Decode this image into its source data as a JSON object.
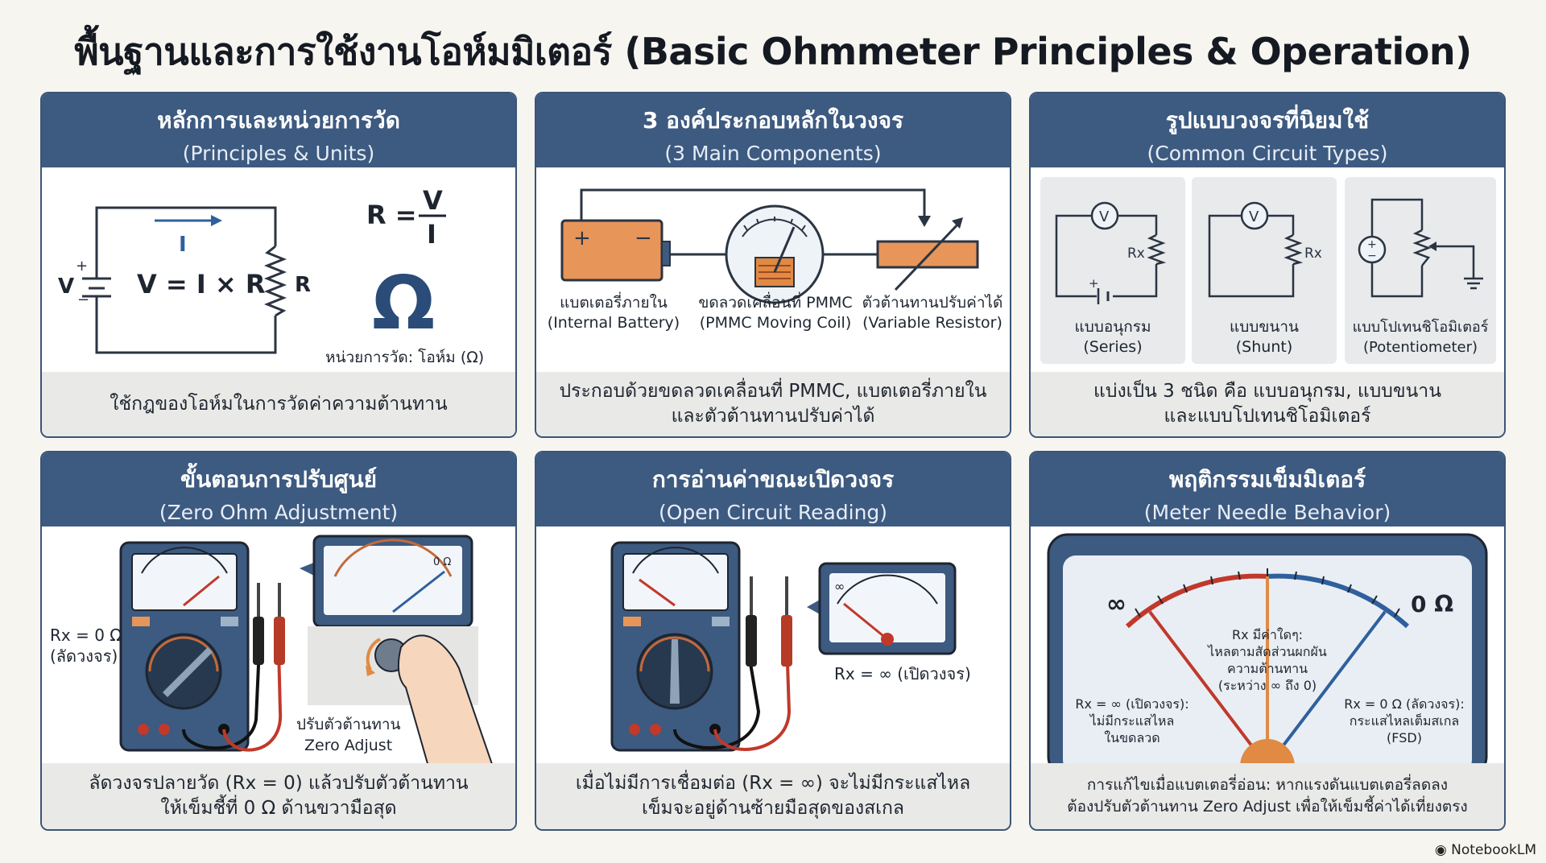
{
  "title": "พื้นฐานและการใช้งานโอห์มมิเตอร์  (Basic Ohmmeter Principles & Operation)",
  "panels": {
    "p1": {
      "title_th": "หลักการและหน่วยการวัด",
      "title_en": "(Principles & Units)",
      "eq": "V = I × R",
      "v": "V",
      "i": "I",
      "r": "R",
      "r_eq": "R =",
      "frac_top": "V",
      "frac_bot": "I",
      "omega": "Ω",
      "unit": "หน่วยการวัด: โอห์ม (Ω)",
      "caption": "ใช้กฎของโอห์มในการวัดค่าความต้านทาน"
    },
    "p2": {
      "title_th": "3 องค์ประกอบหลักในวงจร",
      "title_en": "(3 Main Components)",
      "plus": "+",
      "minus": "−",
      "battery_th": "แบตเตอรี่ภายใน",
      "battery_en": "(Internal Battery)",
      "coil_th": "ขดลวดเคลื่อนที่ PMMC",
      "coil_en": "(PMMC Moving Coil)",
      "resistor_th": "ตัวต้านทานปรับค่าได้",
      "resistor_en": "(Variable Resistor)",
      "caption_1": "ประกอบด้วยขดลวดเคลื่อนที่ PMMC, แบตเตอรี่ภายใน",
      "caption_2": "และตัวต้านทานปรับค่าได้"
    },
    "p3": {
      "title_th": "รูปแบบวงจรที่นิยมใช้",
      "title_en": "(Common Circuit Types)",
      "v": "V",
      "rx": "Rx",
      "series_th": "แบบอนุกรม",
      "series_en": "(Series)",
      "shunt_th": "แบบขนาน",
      "shunt_en": "(Shunt)",
      "pot_th": "แบบโปเทนชิโอมิเตอร์",
      "pot_en": "(Potentiometer)",
      "caption_1": "แบ่งเป็น 3 ชนิด คือ แบบอนุกรม, แบบขนาน",
      "caption_2": "และแบบโปเทนชิโอมิเตอร์"
    },
    "p4": {
      "title_th": "ขั้นตอนการปรับศูนย์",
      "title_en": "(Zero Ohm Adjustment)",
      "rx0": "Rx = 0 Ω",
      "short": "(ลัดวงจร)",
      "zero_label": "0 Ω",
      "adjust_th": "ปรับตัวต้านทาน",
      "adjust_en": "Zero Adjust",
      "caption_1": "ลัดวงจรปลายวัด (Rx = 0) แล้วปรับตัวต้านทาน",
      "caption_2": "ให้เข็มชี้ที่ 0 Ω ด้านขวามือสุด"
    },
    "p5": {
      "title_th": "การอ่านค่าขณะเปิดวงจร",
      "title_en": "(Open Circuit Reading)",
      "inf": "∞",
      "open": "Rx = ∞ (เปิดวงจร)",
      "caption_1": "เมื่อไม่มีการเชื่อมต่อ (Rx = ∞) จะไม่มีกระแสไหล",
      "caption_2": "เข็มจะอยู่ด้านซ้ายมือสุดของสเกล"
    },
    "p6": {
      "title_th": "พฤติกรรมเข็มมิเตอร์",
      "title_en": "(Meter Needle Behavior)",
      "inf": "∞",
      "zero": "0 Ω",
      "mid_1": "Rx มีค่าใดๆ:",
      "mid_2": "ไหลตามสัดส่วนผกผัน",
      "mid_3": "ความต้านทาน",
      "mid_4": "(ระหว่าง ∞ ถึง 0)",
      "left_1": "Rx = ∞ (เปิดวงจร):",
      "left_2": "ไม่มีกระแสไหล",
      "left_3": "ในขดลวด",
      "right_1": "Rx = 0 Ω (ลัดวงจร):",
      "right_2": "กระแสไหลเต็มสเกล",
      "right_3": "(FSD)",
      "caption_1": "การแก้ไขเมื่อแบตเตอรี่อ่อน: หากแรงดันแบตเตอรี่ลดลง",
      "caption_2": "ต้องปรับตัวต้านทาน Zero Adjust เพื่อให้เข็มชี้ค่าได้เที่ยงตรง"
    }
  },
  "brand": "NotebookLM",
  "colors": {
    "header": "#3d5a80",
    "caption_bg": "#e9e9e7",
    "accent_red": "#c0392b",
    "accent_blue": "#2f5f9e",
    "orange": "#e08a44"
  }
}
